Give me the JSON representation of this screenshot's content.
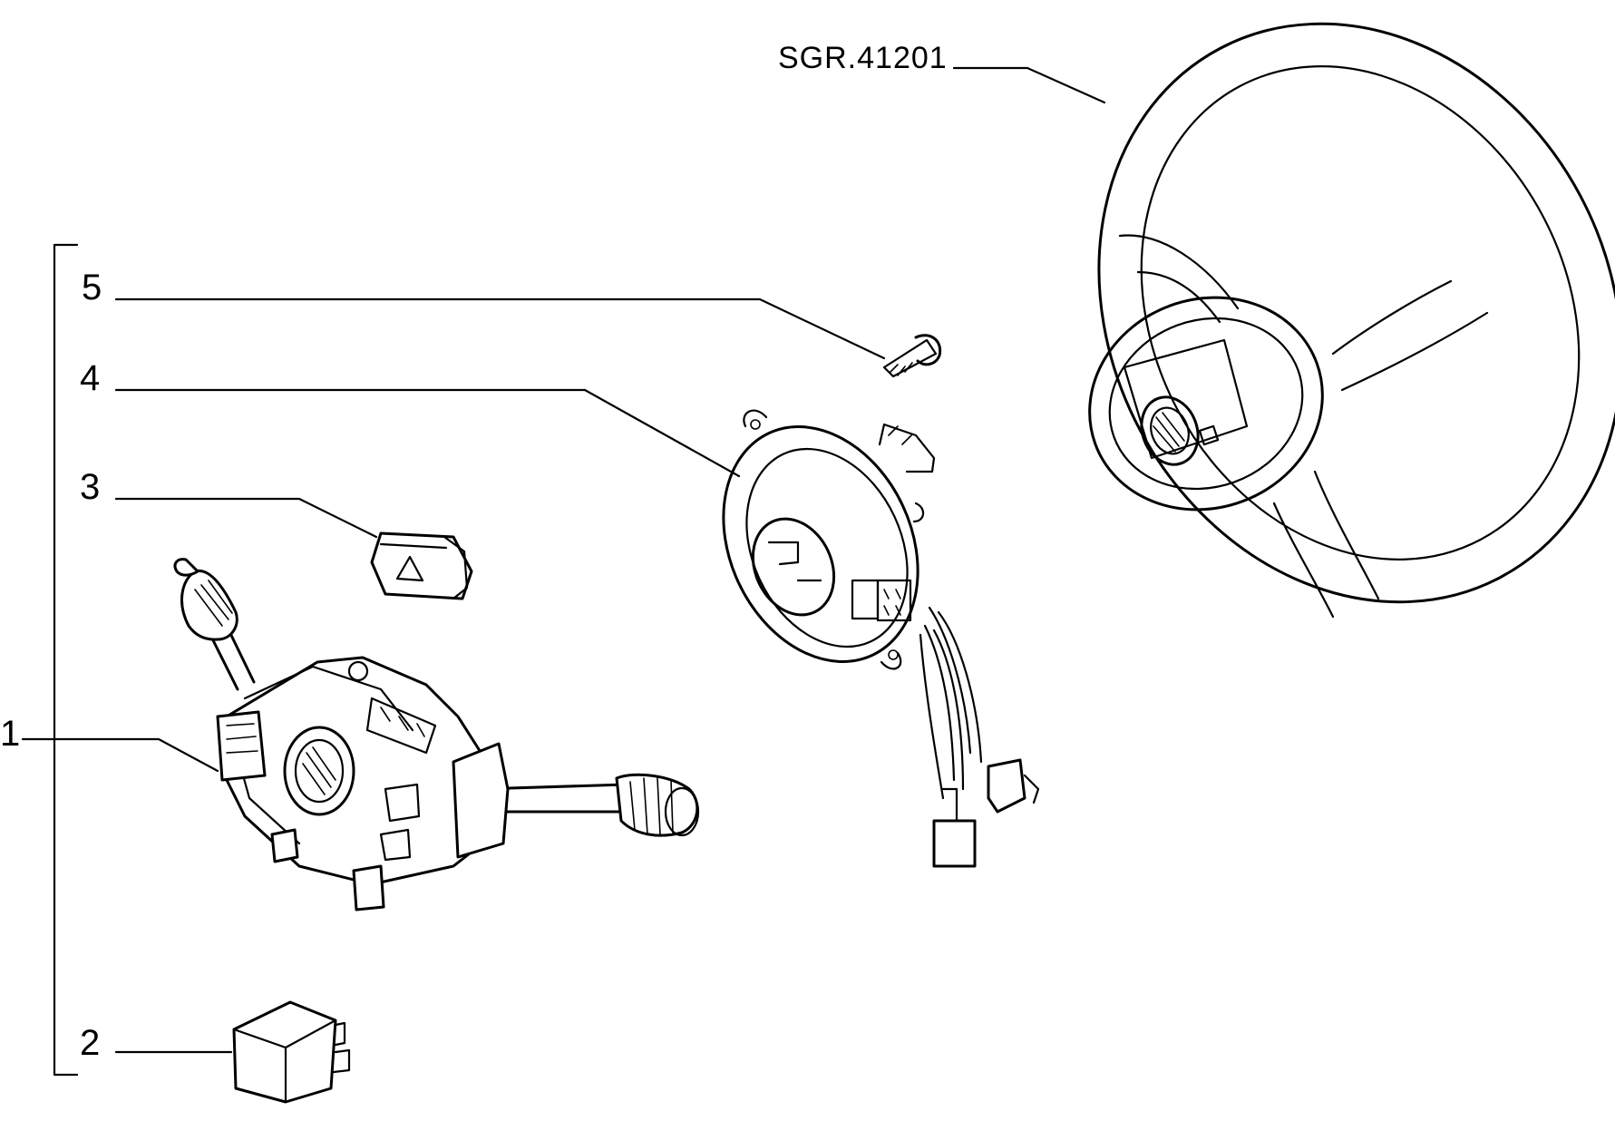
{
  "diagram": {
    "reference_code": "SGR.41201",
    "callouts": [
      {
        "id": "1",
        "label": "1"
      },
      {
        "id": "2",
        "label": "2"
      },
      {
        "id": "3",
        "label": "3"
      },
      {
        "id": "4",
        "label": "4"
      },
      {
        "id": "5",
        "label": "5"
      }
    ],
    "parts": [
      {
        "callout": "1",
        "icon": "steering-column-switch-icon"
      },
      {
        "callout": "2",
        "icon": "relay-icon"
      },
      {
        "callout": "3",
        "icon": "hazard-warning-switch-icon"
      },
      {
        "callout": "4",
        "icon": "clock-spring-icon"
      },
      {
        "callout": "5",
        "icon": "screw-icon"
      },
      {
        "callout": "SGR.41201",
        "icon": "steering-wheel-icon"
      }
    ]
  }
}
